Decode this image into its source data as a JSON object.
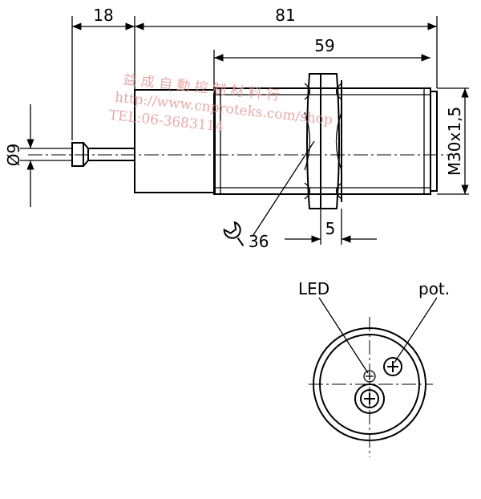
{
  "dimensions": {
    "cable_length": "18",
    "overall_length": "81",
    "thread_length": "59",
    "cable_diameter": "Ø9",
    "thread": "M30x1,5",
    "wrench_size": "36",
    "nut_width": "5"
  },
  "labels": {
    "led": "LED",
    "pot": "pot."
  },
  "watermark": {
    "line1": "益 成 自 動 控 制 材 料 行",
    "line2": "http://www.cnproteks.com/shop",
    "line3": "TEL:06-3683114"
  }
}
